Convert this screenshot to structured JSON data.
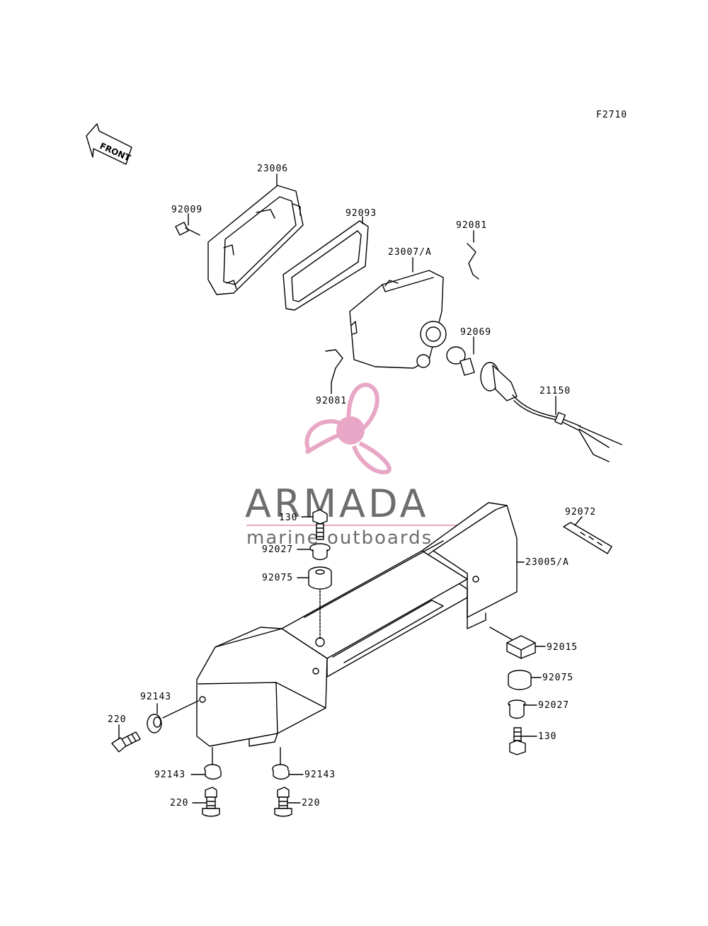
{
  "figure_code": "F2710",
  "front_label": "FRONT",
  "watermark": {
    "title": "ARMADA",
    "subtitle": "marine outboards",
    "accent_color": "#e8a7c6",
    "text_color": "#6d6d6d"
  },
  "parts": {
    "p23006": "23006",
    "p92009": "92009",
    "p92093": "92093",
    "p92081_top": "92081",
    "p23007A": "23007/A",
    "p92069": "92069",
    "p92081_bottom": "92081",
    "p21150": "21150",
    "p92072": "92072",
    "p130_top": "130",
    "p92027_top": "92027",
    "p92075_top": "92075",
    "p23005A": "23005/A",
    "p92015": "92015",
    "p92075_right": "92075",
    "p92027_right": "92027",
    "p130_right": "130",
    "p92143_left": "92143",
    "p220_left": "220",
    "p92143_bl": "92143",
    "p92143_br": "92143",
    "p220_bl": "220",
    "p220_br": "220"
  }
}
